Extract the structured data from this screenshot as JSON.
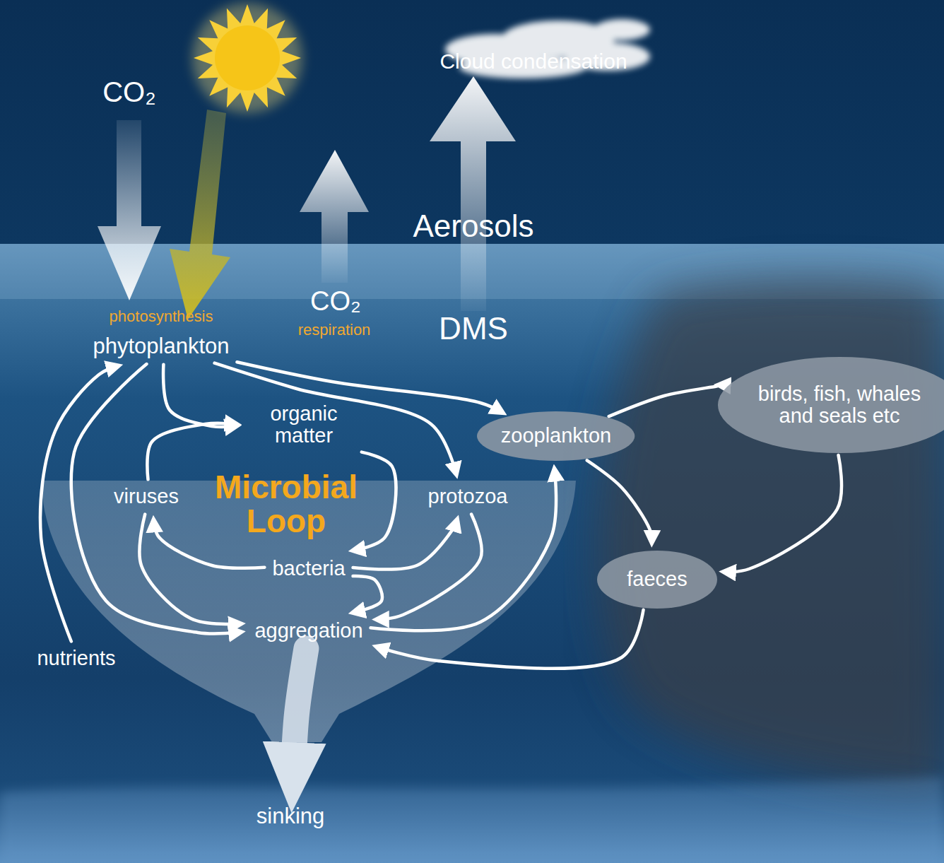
{
  "diagram": {
    "nodes": [
      {
        "text": [
          "phytoplankton"
        ]
      },
      {
        "text": [
          "organic matter"
        ]
      },
      {
        "text": [
          "viruses"
        ]
      },
      {
        "text": [
          "protozoa"
        ]
      },
      {
        "text": [
          "bacteria"
        ]
      },
      {
        "text": [
          "aggregation"
        ]
      },
      {
        "text": [
          "zooplankton"
        ]
      },
      {
        "text": [
          "birds, fish, whales and seals etc"
        ]
      },
      {
        "text": [
          "faeces"
        ]
      },
      {
        "text": [
          "nutrients"
        ]
      },
      {
        "text": [
          "sinking"
        ]
      }
    ],
    "edges": [
      {
        "from": 9,
        "to": 0,
        "arrow": "to"
      },
      {
        "from": 0,
        "to": 1,
        "arrow": "to"
      },
      {
        "from": 0,
        "to": 3,
        "arrow": "to"
      },
      {
        "from": 0,
        "to": 6,
        "arrow": "to"
      },
      {
        "from": 0,
        "to": 5,
        "arrow": "to"
      },
      {
        "from": 1,
        "to": 4,
        "arrow": "to"
      },
      {
        "from": 2,
        "to": 1,
        "arrow": "to"
      },
      {
        "from": 4,
        "to": 2,
        "arrow": "to"
      },
      {
        "from": 2,
        "to": 5,
        "arrow": "to"
      },
      {
        "from": 4,
        "to": 3,
        "arrow": "to"
      },
      {
        "from": 4,
        "to": 5,
        "arrow": "to"
      },
      {
        "from": 3,
        "to": 5,
        "arrow": "to"
      },
      {
        "from": 5,
        "to": 6,
        "arrow": "to"
      },
      {
        "from": 6,
        "to": 7,
        "arrow": "to"
      },
      {
        "from": 6,
        "to": 8,
        "arrow": "to"
      },
      {
        "from": 7,
        "to": 8,
        "arrow": "to"
      },
      {
        "from": 8,
        "to": 5,
        "arrow": "to"
      },
      {
        "from": 5,
        "to": 10,
        "arrow": "to"
      }
    ],
    "labels": [
      "CO₂",
      "Cloud condensation",
      "Aerosols",
      "photosynthesis",
      "CO₂",
      "respiration",
      "DMS",
      "Microbial Loop"
    ]
  }
}
